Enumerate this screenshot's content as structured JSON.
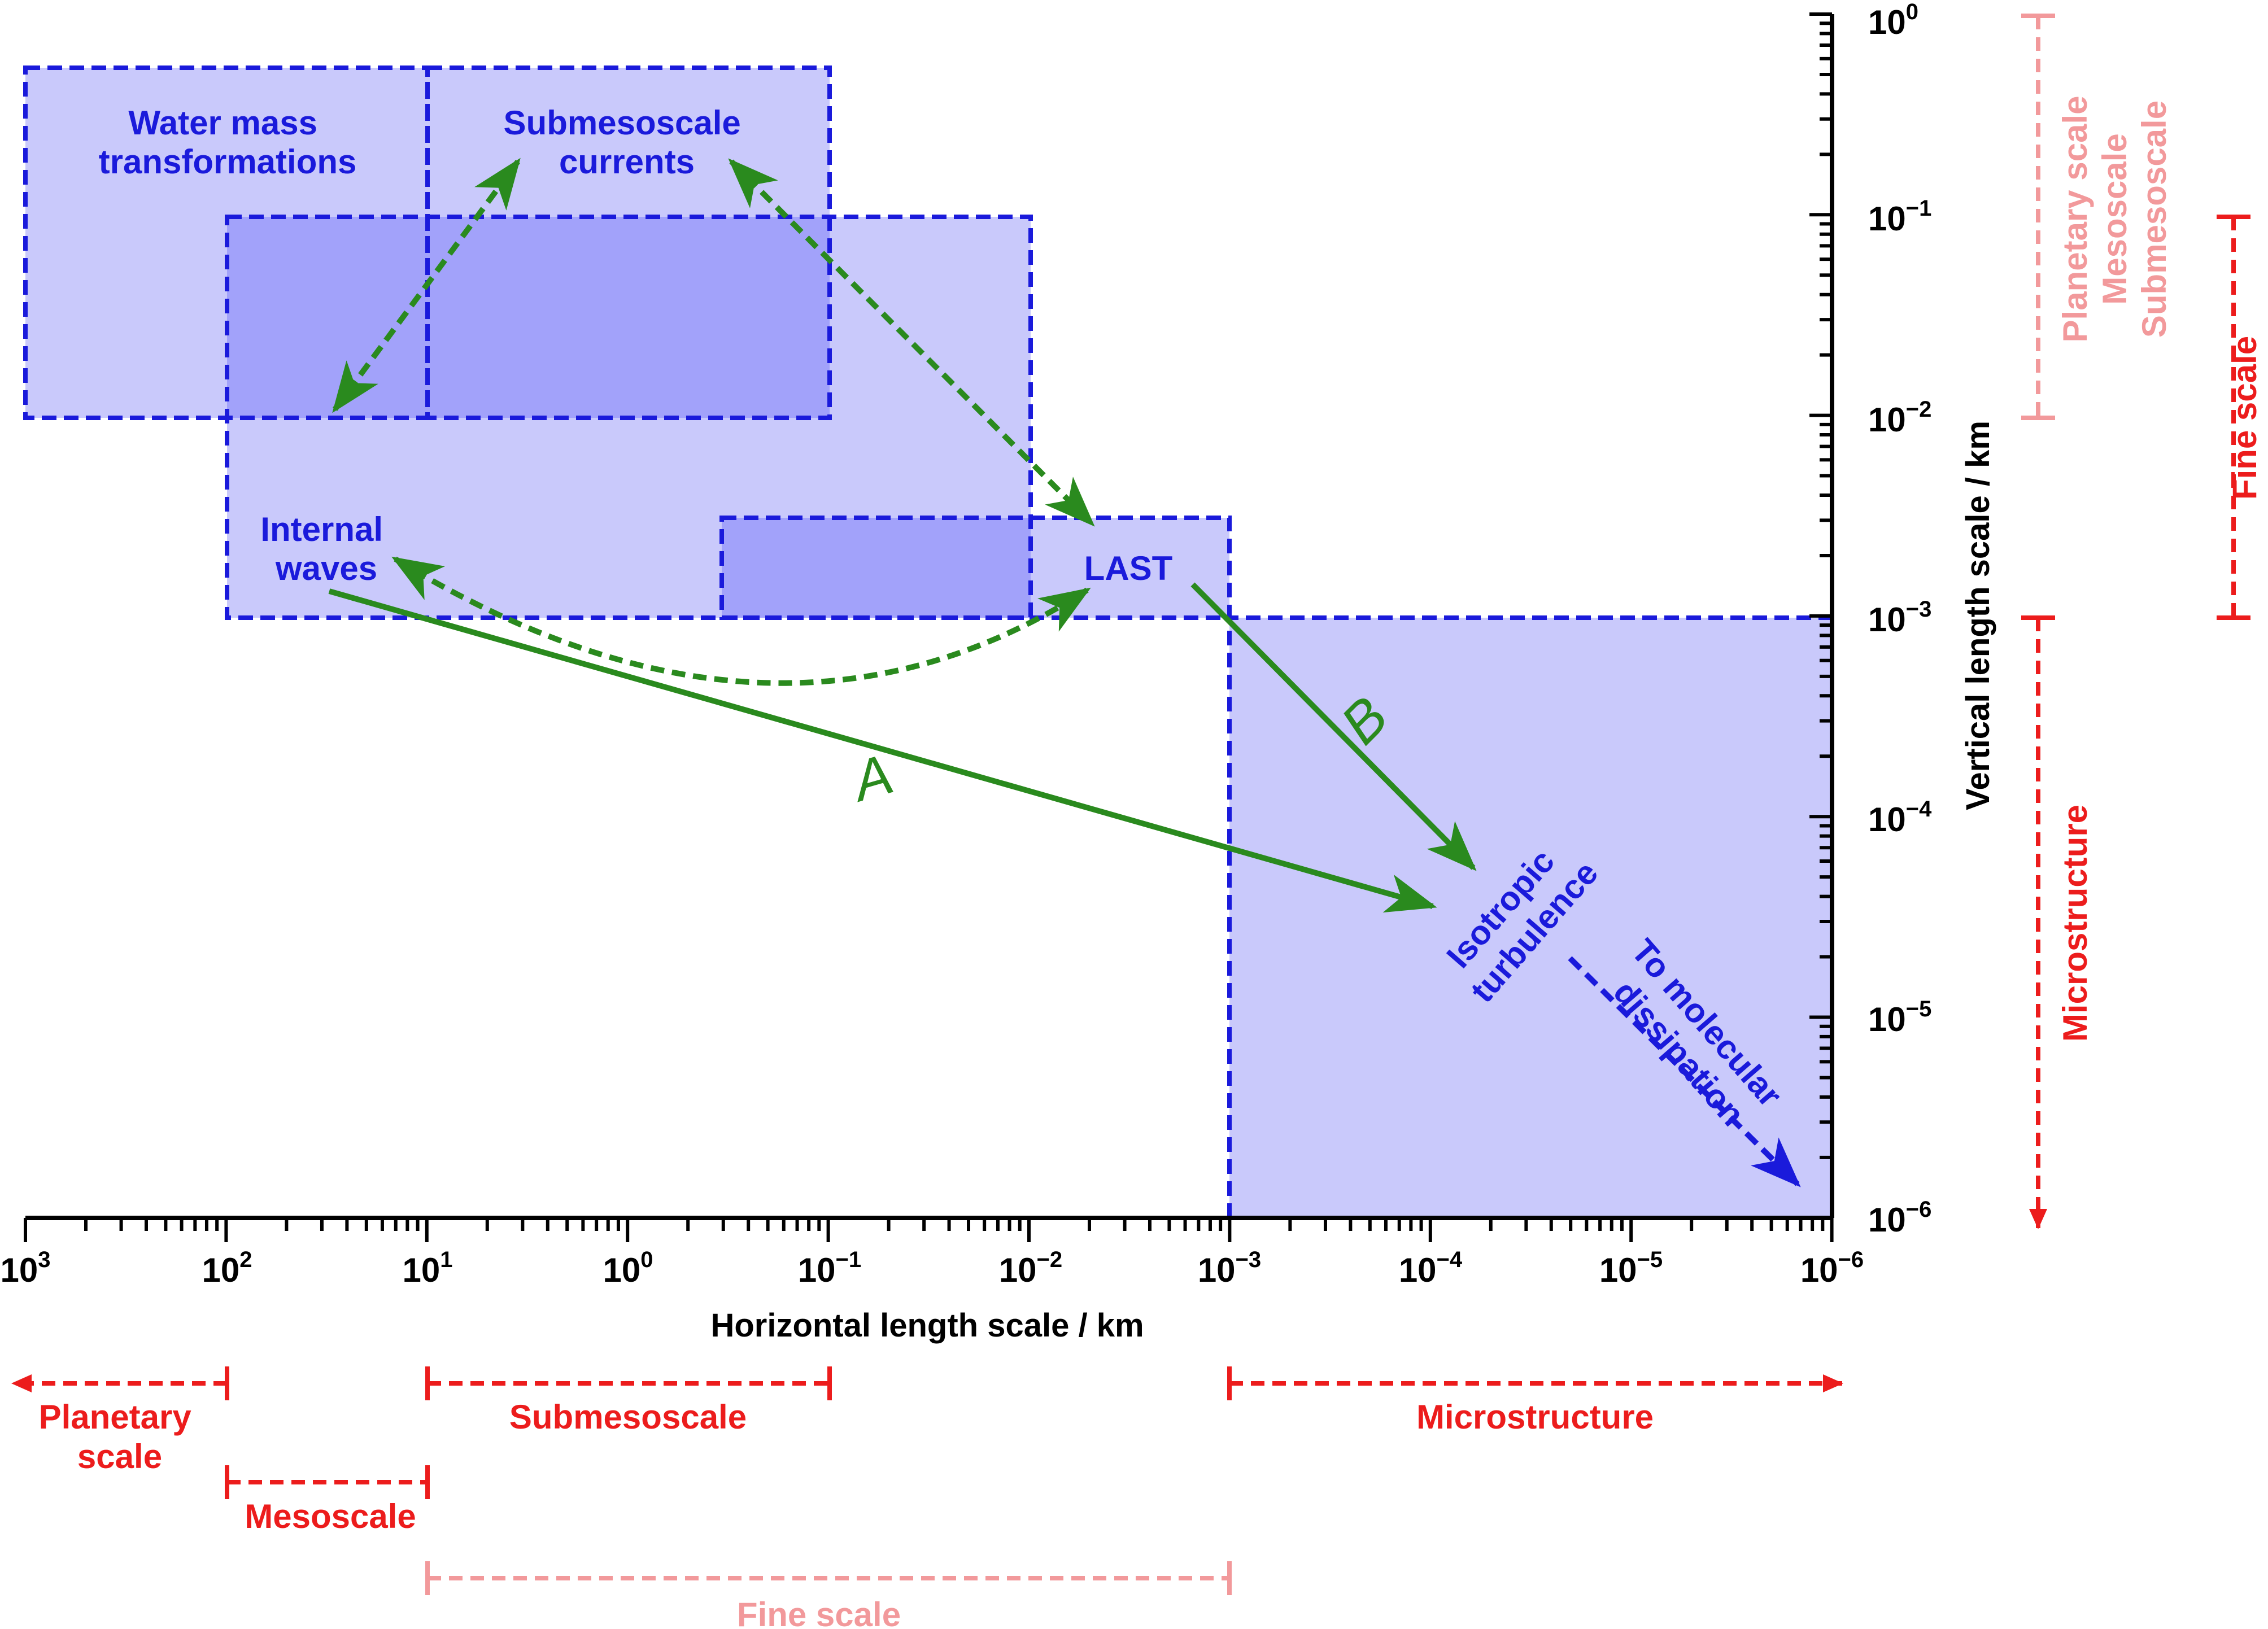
{
  "colors": {
    "box_fill": "#c9c9fb",
    "overlap_fill": "#a2a2fa",
    "box_stroke": "#1a1adb",
    "arrow_green": "#2a8a1e",
    "scale_red": "#ec1c1c",
    "scale_pink": "#f2999b"
  },
  "axes": {
    "x_title": "Horizontal length scale / km",
    "y_title": "Vertical length scale / km",
    "x_ticks": [
      {
        "base": "10",
        "exp": "3"
      },
      {
        "base": "10",
        "exp": "2"
      },
      {
        "base": "10",
        "exp": "1"
      },
      {
        "base": "10",
        "exp": "0"
      },
      {
        "base": "10",
        "exp": "−1"
      },
      {
        "base": "10",
        "exp": "−2"
      },
      {
        "base": "10",
        "exp": "−3"
      },
      {
        "base": "10",
        "exp": "−4"
      },
      {
        "base": "10",
        "exp": "−5"
      },
      {
        "base": "10",
        "exp": "−6"
      }
    ],
    "y_ticks": [
      {
        "base": "10",
        "exp": "0"
      },
      {
        "base": "10",
        "exp": "−1"
      },
      {
        "base": "10",
        "exp": "−2"
      },
      {
        "base": "10",
        "exp": "−3"
      },
      {
        "base": "10",
        "exp": "−4"
      },
      {
        "base": "10",
        "exp": "−5"
      },
      {
        "base": "10",
        "exp": "−6"
      }
    ]
  },
  "boxes": {
    "water_mass": {
      "line1": "Water mass",
      "line2": "transformations"
    },
    "submesoscale": {
      "line1": "Submesoscale",
      "line2": "currents"
    },
    "internal_waves": {
      "line1": "Internal",
      "line2": "waves"
    },
    "last": {
      "label": "LAST"
    },
    "isotropic": {
      "line1": "Isotropic",
      "line2": "turbulence"
    },
    "molecular": {
      "line1": "To molecular",
      "line2": "dissipation"
    }
  },
  "paths": {
    "a": "A",
    "b": "B"
  },
  "horizontal_scales": {
    "planetary": {
      "line1": "Planetary",
      "line2": "scale"
    },
    "mesoscale": "Mesoscale",
    "submesoscale": "Submesoscale",
    "microstructure": "Microstructure",
    "fine_scale": "Fine scale"
  },
  "vertical_scales": {
    "planetary": "Planetary scale",
    "mesoscale": "Mesoscale",
    "submesoscale": "Submesoscale",
    "fine_scale": "Fine scale",
    "microstructure": "Microstructure"
  }
}
